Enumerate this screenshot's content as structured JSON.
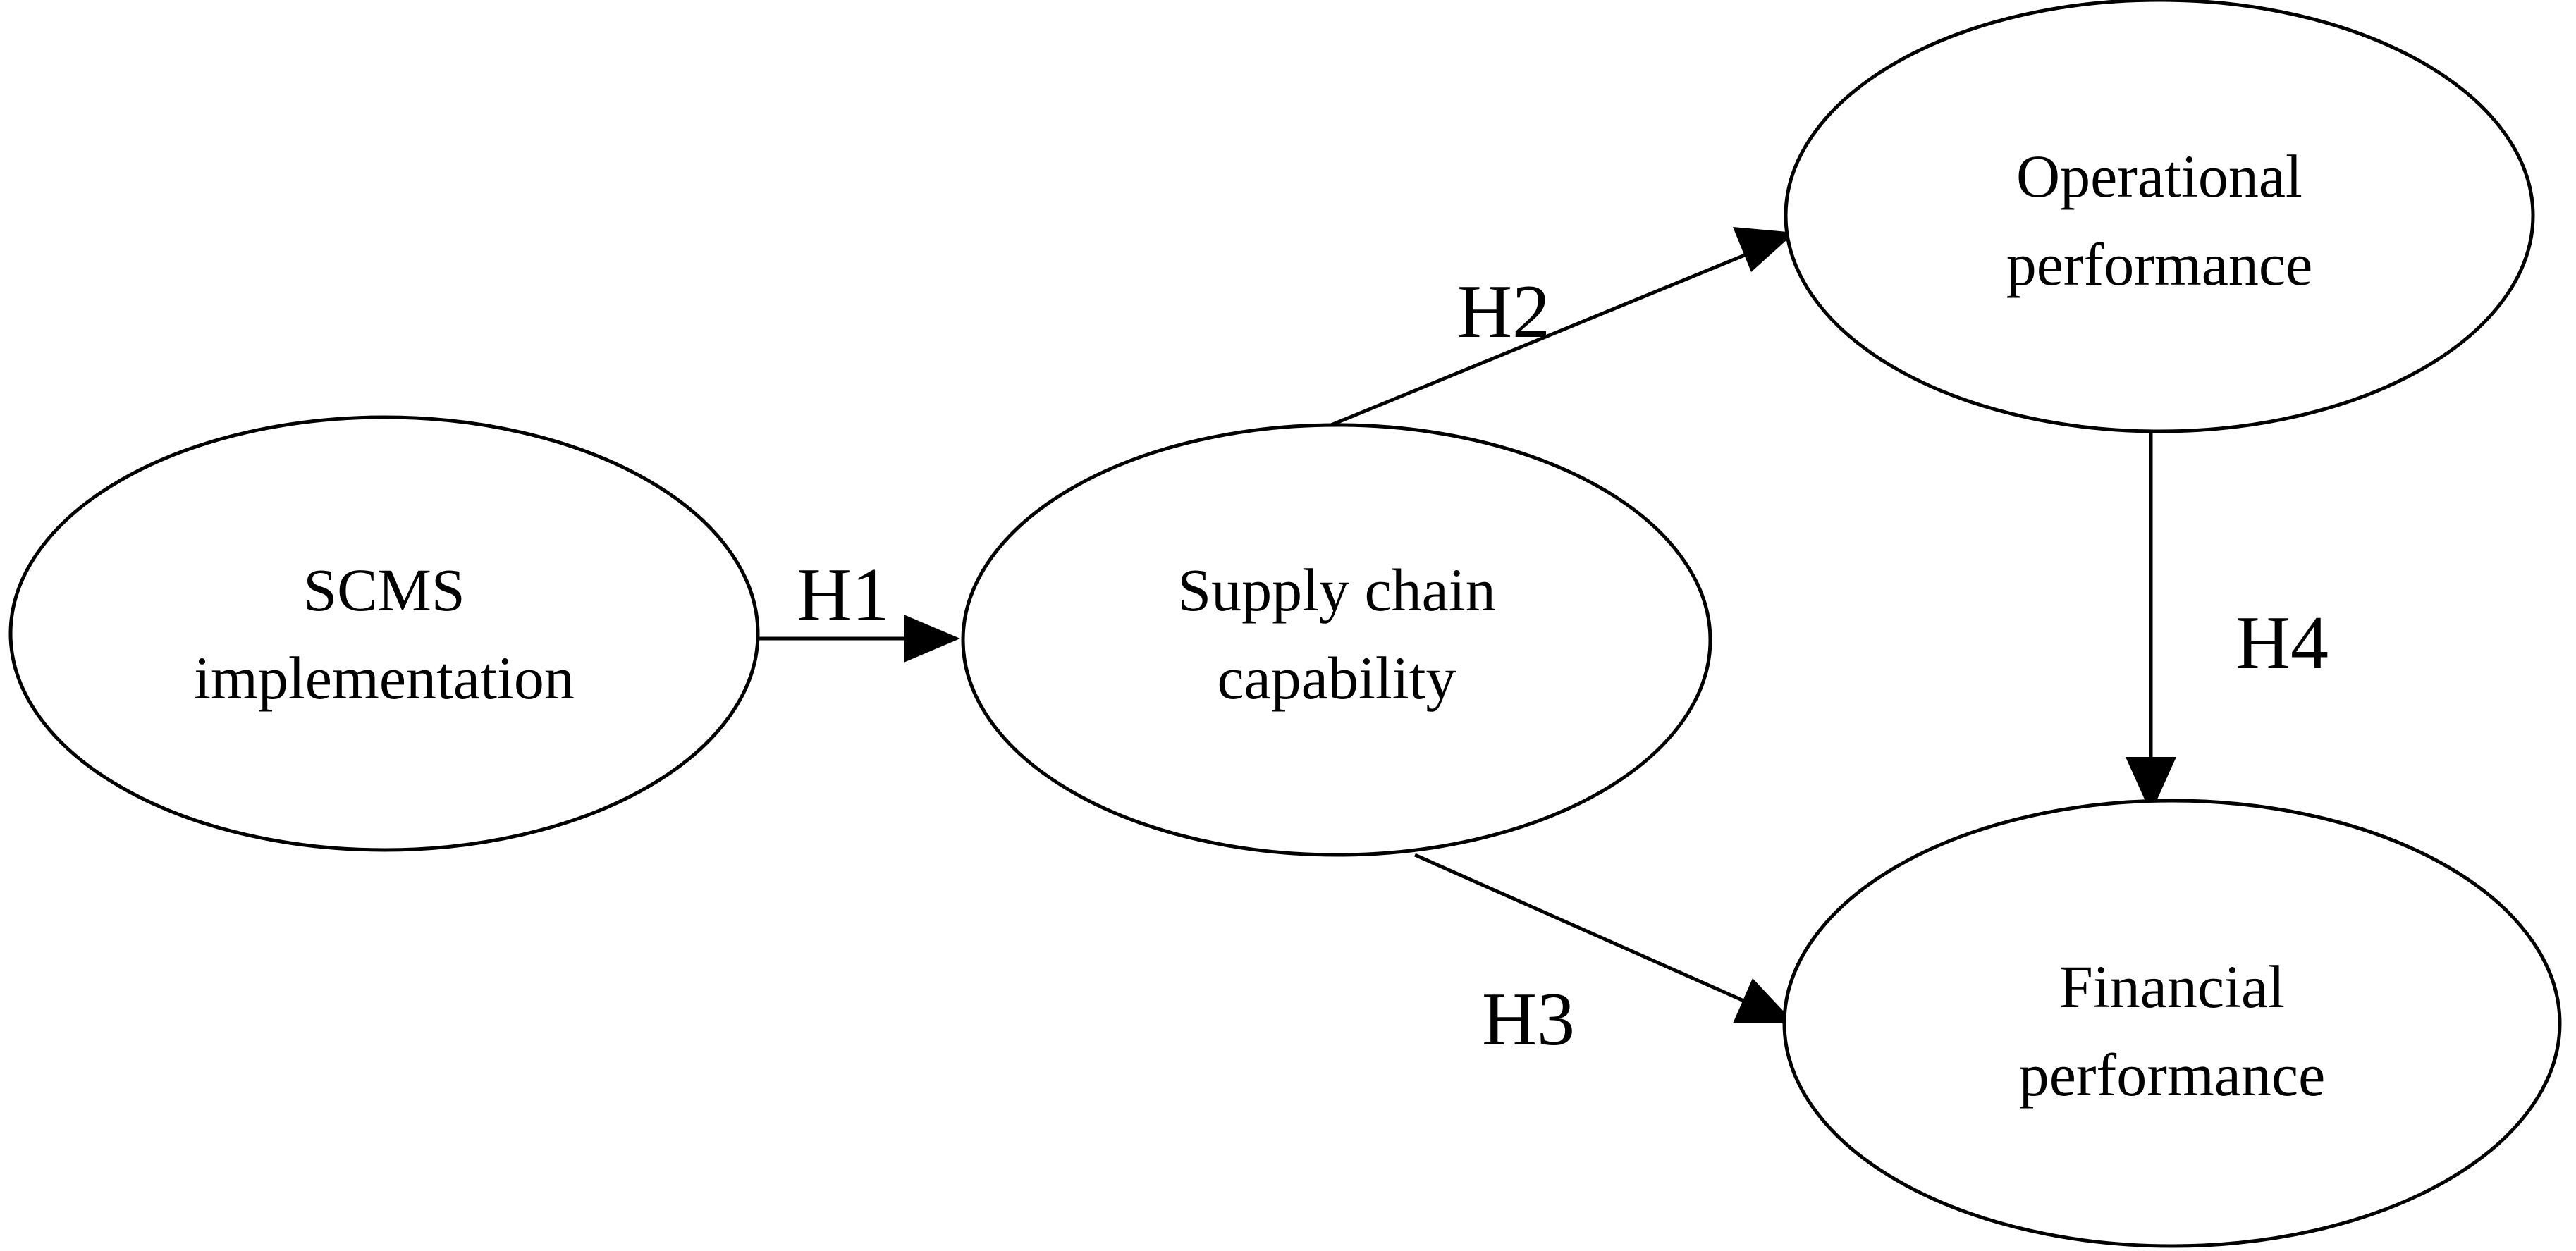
{
  "diagram": {
    "nodes": [
      {
        "id": "scms",
        "label_lines": [
          "SCMS",
          "implementation"
        ]
      },
      {
        "id": "scc",
        "label_lines": [
          "Supply chain",
          "capability"
        ]
      },
      {
        "id": "op",
        "label_lines": [
          "Operational",
          "performance"
        ]
      },
      {
        "id": "fp",
        "label_lines": [
          "Financial",
          "performance"
        ]
      }
    ],
    "edges": [
      {
        "id": "h1",
        "from": "scms",
        "to": "scc",
        "label": "H1"
      },
      {
        "id": "h2",
        "from": "scc",
        "to": "op",
        "label": "H2"
      },
      {
        "id": "h3",
        "from": "scc",
        "to": "fp",
        "label": "H3"
      },
      {
        "id": "h4",
        "from": "op",
        "to": "fp",
        "label": "H4"
      }
    ],
    "colors": {
      "stroke": "#000000",
      "background": "#ffffff"
    }
  }
}
